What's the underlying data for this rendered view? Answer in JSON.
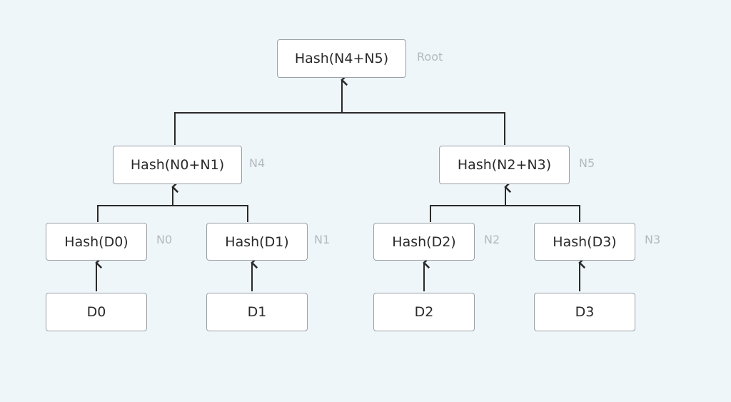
{
  "colors": {
    "background": "#eff6fa",
    "node_fill": "#ffffff",
    "node_border": "#9aa0a6",
    "connector": "#2a2a2a",
    "label": "#b3b9bf"
  },
  "nodes": {
    "root": {
      "text": "Hash(N4+N5)",
      "tag": "Root"
    },
    "n4": {
      "text": "Hash(N0+N1)",
      "tag": "N4"
    },
    "n5": {
      "text": "Hash(N2+N3)",
      "tag": "N5"
    },
    "n0": {
      "text": "Hash(D0)",
      "tag": "N0"
    },
    "n1": {
      "text": "Hash(D1)",
      "tag": "N1"
    },
    "n2": {
      "text": "Hash(D2)",
      "tag": "N2"
    },
    "n3": {
      "text": "Hash(D3)",
      "tag": "N3"
    },
    "d0": {
      "text": "D0"
    },
    "d1": {
      "text": "D1"
    },
    "d2": {
      "text": "D2"
    },
    "d3": {
      "text": "D3"
    }
  }
}
